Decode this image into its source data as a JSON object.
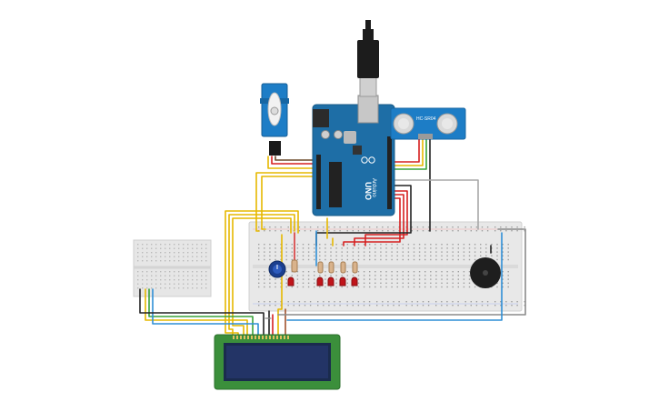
{
  "arduino": {
    "model": "UNO",
    "brand": "Arduino"
  },
  "ultrasonic_sensor": {
    "label": "HC-SR04"
  },
  "components": {
    "servo": "servo",
    "potentiometer": "potentiometer",
    "buzzer": "buzzer",
    "lcd": "16x2 LCD",
    "leds": [
      "led",
      "led",
      "led",
      "led",
      "led"
    ]
  },
  "colors": {
    "board_blue": "#1e6ea6",
    "breadboard": "#e8e8e8",
    "lcd_green": "#3b8f3b",
    "lcd_screen": "#233466",
    "wire_yellow": "#e6b800",
    "wire_red": "#d62020",
    "wire_black": "#222222",
    "wire_blue": "#2f8fd6",
    "wire_green": "#3aa33a",
    "wire_gray": "#a8a8a8"
  }
}
